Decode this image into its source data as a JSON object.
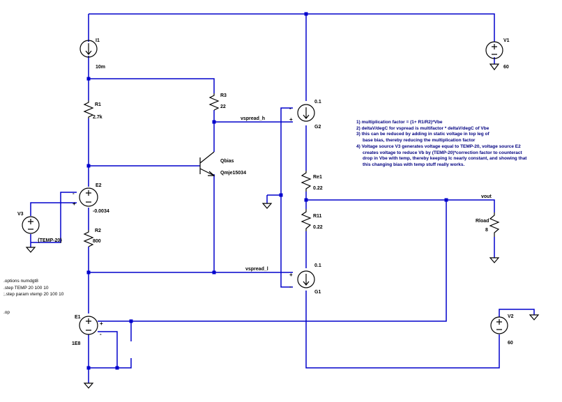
{
  "components": {
    "I1": {
      "name": "I1",
      "value": "10m"
    },
    "V1": {
      "name": "V1",
      "value": "60"
    },
    "V2": {
      "name": "V2",
      "value": "60"
    },
    "V3": {
      "name": "V3",
      "value": "{TEMP-20}"
    },
    "R1": {
      "name": "R1",
      "value": "2.7k"
    },
    "R2": {
      "name": "R2",
      "value": "800"
    },
    "R3": {
      "name": "R3",
      "value": "22"
    },
    "Re1": {
      "name": "Re1",
      "value": "0.22"
    },
    "R11": {
      "name": "R11",
      "value": "0.22"
    },
    "Rload": {
      "name": "Rload",
      "value": "8"
    },
    "E1": {
      "name": "E1",
      "value": "1E8"
    },
    "E2": {
      "name": "E2",
      "value": "-0.0034"
    },
    "G1": {
      "name": "G1",
      "value": "0.1"
    },
    "G2": {
      "name": "G2",
      "value": "0.1"
    },
    "Qbias": {
      "name": "Qbias",
      "model": "Qmje15034"
    }
  },
  "nets": {
    "vspread_h": "vspread_h",
    "vspread_l": "vspread_l",
    "vout": "vout"
  },
  "signs": {
    "plus": "+",
    "minus": "-"
  },
  "directives": [
    ".options numdgt8",
    ".step TEMP 20 100 10",
    ";.step param vtemp 20 100 10",
    ".op"
  ],
  "notes": [
    "1) multiplication factor = (1+ R1/R2)*Vbe",
    "2) deltaV/degC for vspread is multifactor * deltaV/degC of Vbe",
    "3) this can be reduced by adding in static voltage in top leg of",
    "base bias, thereby reducing the multiplication factor",
    "4) Voltage source V3 generates voltage equal to TEMP-20,  voltage source E2",
    "creates voltage to reduce Vb by (TEMP-20)*correction factor to counteract",
    "drop in Vbe with temp, thereby keeping Ic nearly constant, and showing that",
    "this changing bias with temp stuff really works."
  ]
}
